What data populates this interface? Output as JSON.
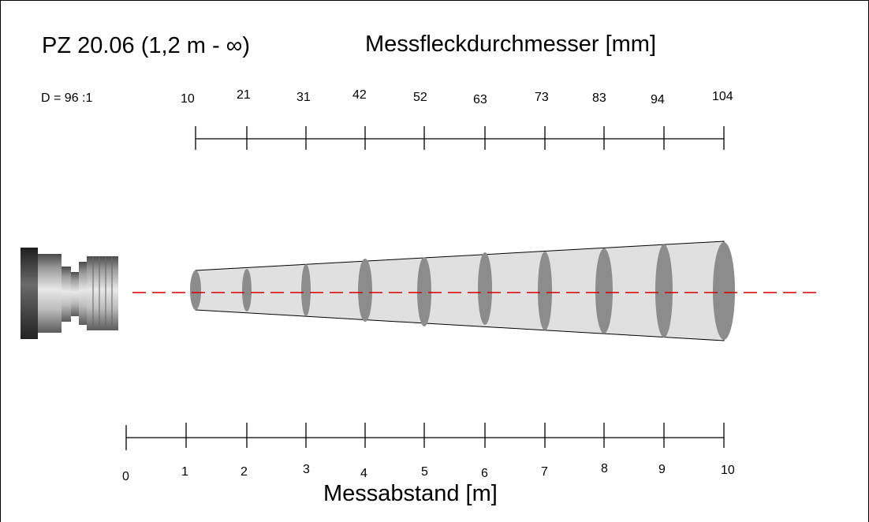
{
  "title": {
    "model": "PZ 20.06 (1,2 m - ∞)",
    "spot_heading": "Messfleckdurchmesser [mm]"
  },
  "ratio_label": "D = 96 :1",
  "spot_diameter_scale": {
    "values": [
      "10",
      "21",
      "31",
      "42",
      "52",
      "63",
      "73",
      "83",
      "94",
      "104"
    ]
  },
  "distance_scale": {
    "values": [
      "0",
      "1",
      "2",
      "3",
      "4",
      "5",
      "6",
      "7",
      "8",
      "9",
      "10"
    ],
    "title": "Messabstand [m]"
  },
  "spot_diameters_mm": [
    10,
    21,
    31,
    42,
    52,
    63,
    73,
    83,
    94,
    104
  ],
  "colors": {
    "beam_fill": "#e0e0e0",
    "spot_fill": "#8c8c8c",
    "axis_line": "#d00000",
    "scale_line": "#000000"
  },
  "sensor": {
    "icon": "pyrometer-sensor-icon"
  }
}
